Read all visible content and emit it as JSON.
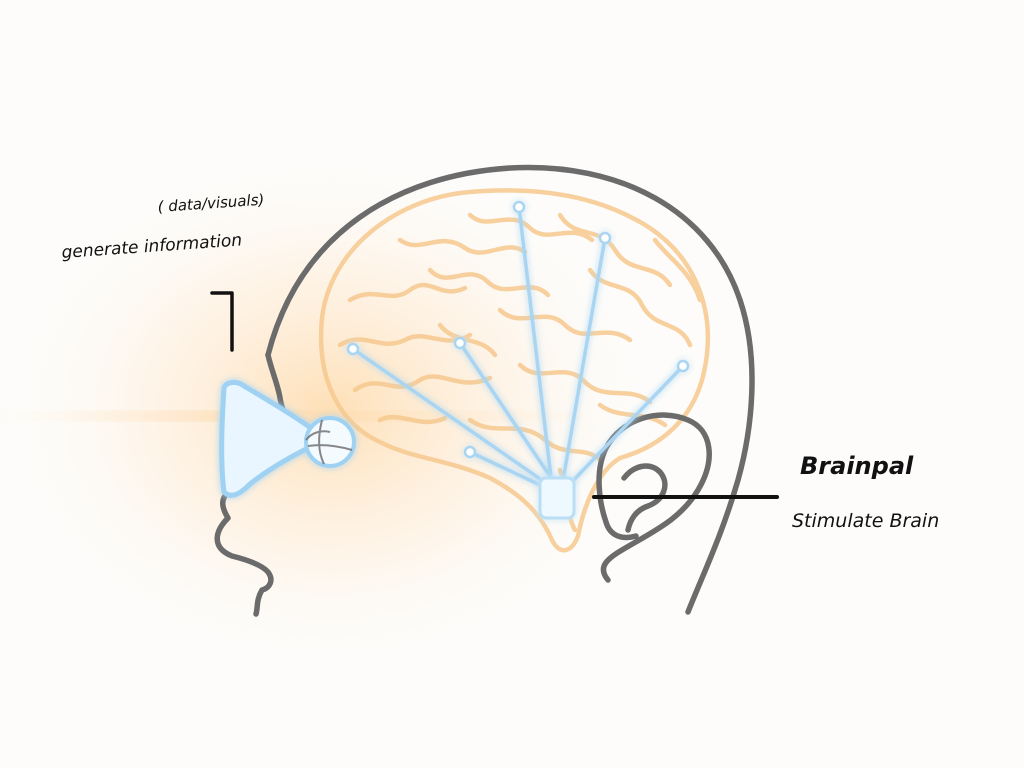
{
  "labels": {
    "data_visuals": "( data/visuals)",
    "generate_information": "generate information",
    "device_name": "Brainpal",
    "device_function": "Stimulate Brain"
  },
  "colors": {
    "outline": "#6b6b6b",
    "brain": "#f6c98f",
    "glow_line": "#a9d5f2",
    "device": "#eef8ff",
    "ink": "#111111"
  }
}
